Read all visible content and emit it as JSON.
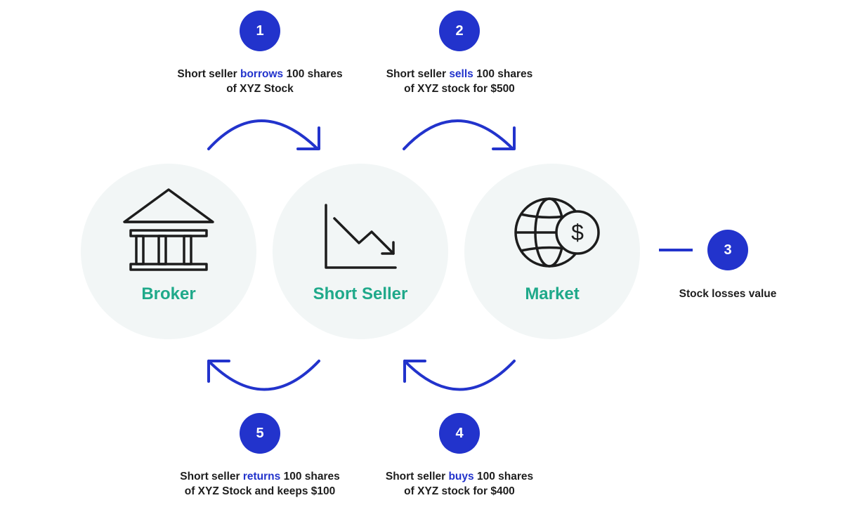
{
  "colors": {
    "accent": "#2233cc",
    "node_label": "#1fa98a",
    "node_fill": "#f2f6f6",
    "text": "#1d1d1d"
  },
  "nodes": [
    {
      "label": "Broker",
      "icon": "bank-icon"
    },
    {
      "label": "Short Seller",
      "icon": "chart-down-icon"
    },
    {
      "label": "Market",
      "icon": "globe-dollar-icon"
    }
  ],
  "steps": [
    {
      "number": "1",
      "before": "Short seller ",
      "highlight": "borrows",
      "after": " 100 shares",
      "line2": "of XYZ Stock"
    },
    {
      "number": "2",
      "before": "Short seller ",
      "highlight": "sells",
      "after": " 100 shares",
      "line2": "of XYZ stock for $500"
    },
    {
      "number": "3",
      "text": "Stock losses value"
    },
    {
      "number": "4",
      "before": "Short seller ",
      "highlight": "buys",
      "after": " 100 shares",
      "line2": "of XYZ stock for $400"
    },
    {
      "number": "5",
      "before": "Short seller ",
      "highlight": "returns",
      "after": " 100 shares",
      "line2": "of XYZ Stock and keeps $100"
    }
  ]
}
